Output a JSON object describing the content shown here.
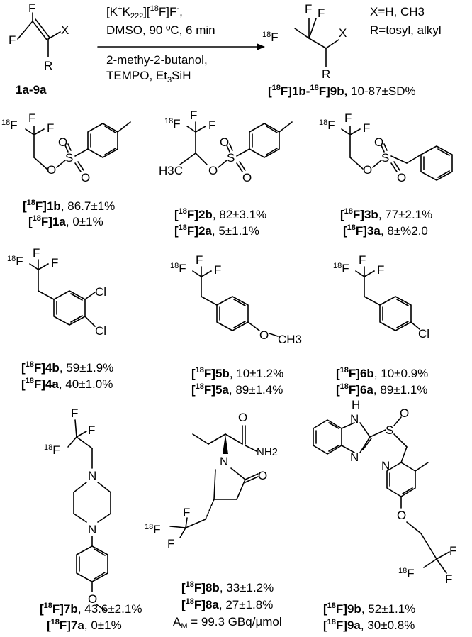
{
  "reaction": {
    "reactant_label": "1a-9a",
    "reagents_above": {
      "line1_parts": [
        "[K",
        "+",
        "K",
        "222",
        "][",
        "18",
        "F]F",
        "-",
        ","
      ],
      "line2": "DMSO, 90 ºC, 6 min"
    },
    "reagents_below": {
      "line1": "2-methy-2-butanol,",
      "line2_main": "TEMPO, Et",
      "line2_sub": "3",
      "line2_end": "SiH"
    },
    "conditions_right": {
      "line1": "X=H, CH3",
      "line2": "R=tosyl, alkyl"
    },
    "product_caption": {
      "lead": "[",
      "iso": "18",
      "mid1": "F]1b-",
      "mid2": "F]9b,",
      "tail": " 10-87±SD%"
    },
    "atoms": {
      "F": "F",
      "X": "X",
      "R": "R",
      "O": "O",
      "S": "S",
      "N": "N",
      "Cl": "Cl",
      "H3C": "H3C",
      "CH3": "CH3",
      "NH2": "NH2",
      "H": "H",
      "F18": "18"
    }
  },
  "compounds": [
    {
      "id": "1",
      "b_label": "1b",
      "b_yield": "86.7±1%",
      "a_label": "1a",
      "a_yield": "0±1%"
    },
    {
      "id": "2",
      "b_label": "2b",
      "b_yield": "82±3.1%",
      "a_label": "2a",
      "a_yield": "5±1.1%"
    },
    {
      "id": "3",
      "b_label": "3b",
      "b_yield": "77±2.1%",
      "a_label": "3a",
      "a_yield": "8±%2.0"
    },
    {
      "id": "4",
      "b_label": "4b",
      "b_yield": "59±1.9%",
      "a_label": "4a",
      "a_yield": "40±1.0%"
    },
    {
      "id": "5",
      "b_label": "5b",
      "b_yield": "10±1.2%",
      "a_label": "5a",
      "a_yield": "89±1.4%"
    },
    {
      "id": "6",
      "b_label": "6b",
      "b_yield": "10±0.9%",
      "a_label": "6a",
      "a_yield": "89±1.1%"
    },
    {
      "id": "7",
      "b_label": "7b",
      "b_yield": "43.6±2.1%",
      "a_label": "7a",
      "a_yield": "0±1%"
    },
    {
      "id": "8",
      "b_label": "8b",
      "b_yield": "33±1.2%",
      "a_label": "8a",
      "a_yield": "27±1.8%",
      "extra_main": "A",
      "extra_sub": "M",
      "extra_tail": " = 99.3 GBq/µmol"
    },
    {
      "id": "9",
      "b_label": "9b",
      "b_yield": "52±1.1%",
      "a_label": "9a",
      "a_yield": "30±0.8%"
    }
  ]
}
